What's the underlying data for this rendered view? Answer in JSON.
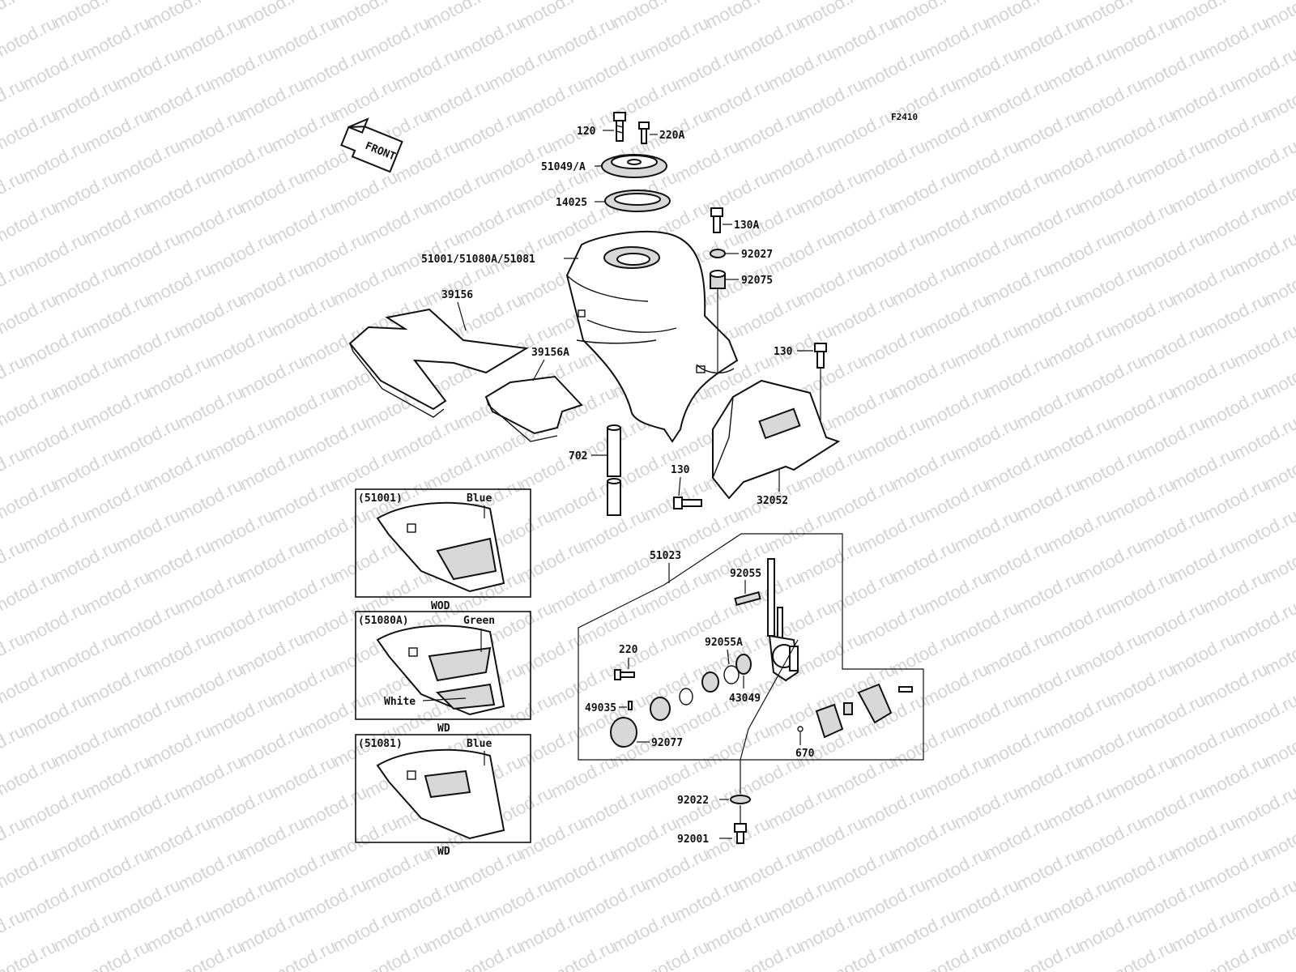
{
  "watermark": "motod.ru",
  "figure_code": "F2410",
  "front_label": "FRONT",
  "part_labels": {
    "p120": "120",
    "p220A": "220A",
    "p51049A": "51049/A",
    "p14025": "14025",
    "p130A": "130A",
    "p51001set": "51001/51080A/51081",
    "p92027": "92027",
    "p92075": "92075",
    "p39156": "39156",
    "p39156A": "39156A",
    "p130_upper": "130",
    "p702": "702",
    "p130_lower": "130",
    "p32052": "32052",
    "p51023": "51023",
    "p92055": "92055",
    "p220": "220",
    "p92055A": "92055A",
    "p43049": "43049",
    "p49035": "49035",
    "p92077": "92077",
    "p670": "670",
    "p92022": "92022",
    "p92001": "92001"
  },
  "variants": [
    {
      "code": "(51001)",
      "color": "Blue",
      "footer": "WOD"
    },
    {
      "code": "(51080A)",
      "color": "Green",
      "second_color": "White",
      "footer": "WD"
    },
    {
      "code": "(51081)",
      "color": "Blue",
      "footer": "WD"
    }
  ]
}
